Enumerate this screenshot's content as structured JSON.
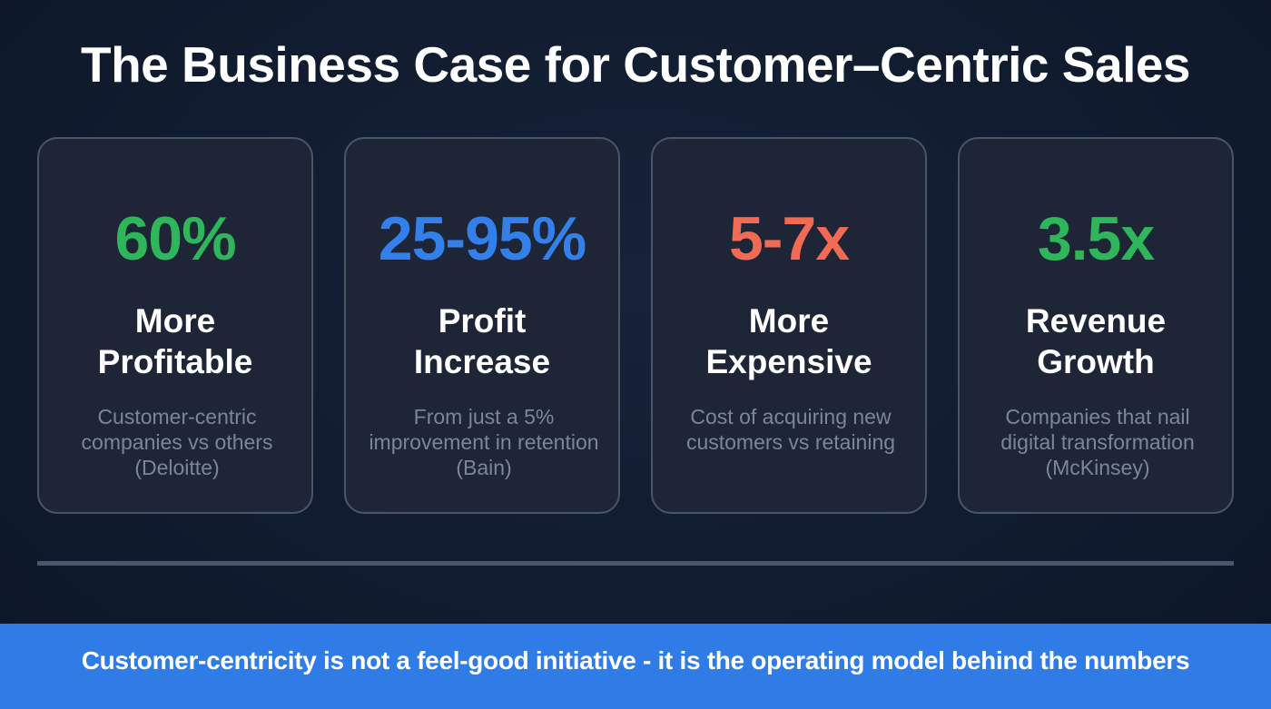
{
  "slide": {
    "title": "The Business Case for Customer–Centric Sales",
    "cards": [
      {
        "stat": "60%",
        "label_line1": "More",
        "label_line2": "Profitable",
        "description": "Customer-centric companies vs others (Deloitte)",
        "accent_color": "#2fb65a"
      },
      {
        "stat": "25-95%",
        "label_line1": "Profit",
        "label_line2": "Increase",
        "description": "From just a 5% improvement in retention (Bain)",
        "accent_color": "#3380ea"
      },
      {
        "stat": "5-7x",
        "label_line1": "More",
        "label_line2": "Expensive",
        "description": "Cost of acquiring new customers vs retaining",
        "accent_color": "#f06a54"
      },
      {
        "stat": "3.5x",
        "label_line1": "Revenue",
        "label_line2": "Growth",
        "description": "Companies that nail digital transformation (McKinsey)",
        "accent_color": "#2fb65a"
      }
    ],
    "banner_text": "Customer-centricity is not a feel-good initiative - it is the operating model behind the numbers",
    "colors": {
      "background": "#101a2e",
      "card_background": "#1e2537",
      "card_border": "#4a5568",
      "divider": "#4b586c",
      "banner": "#2f7ce6",
      "description_text": "#7c869a"
    }
  }
}
